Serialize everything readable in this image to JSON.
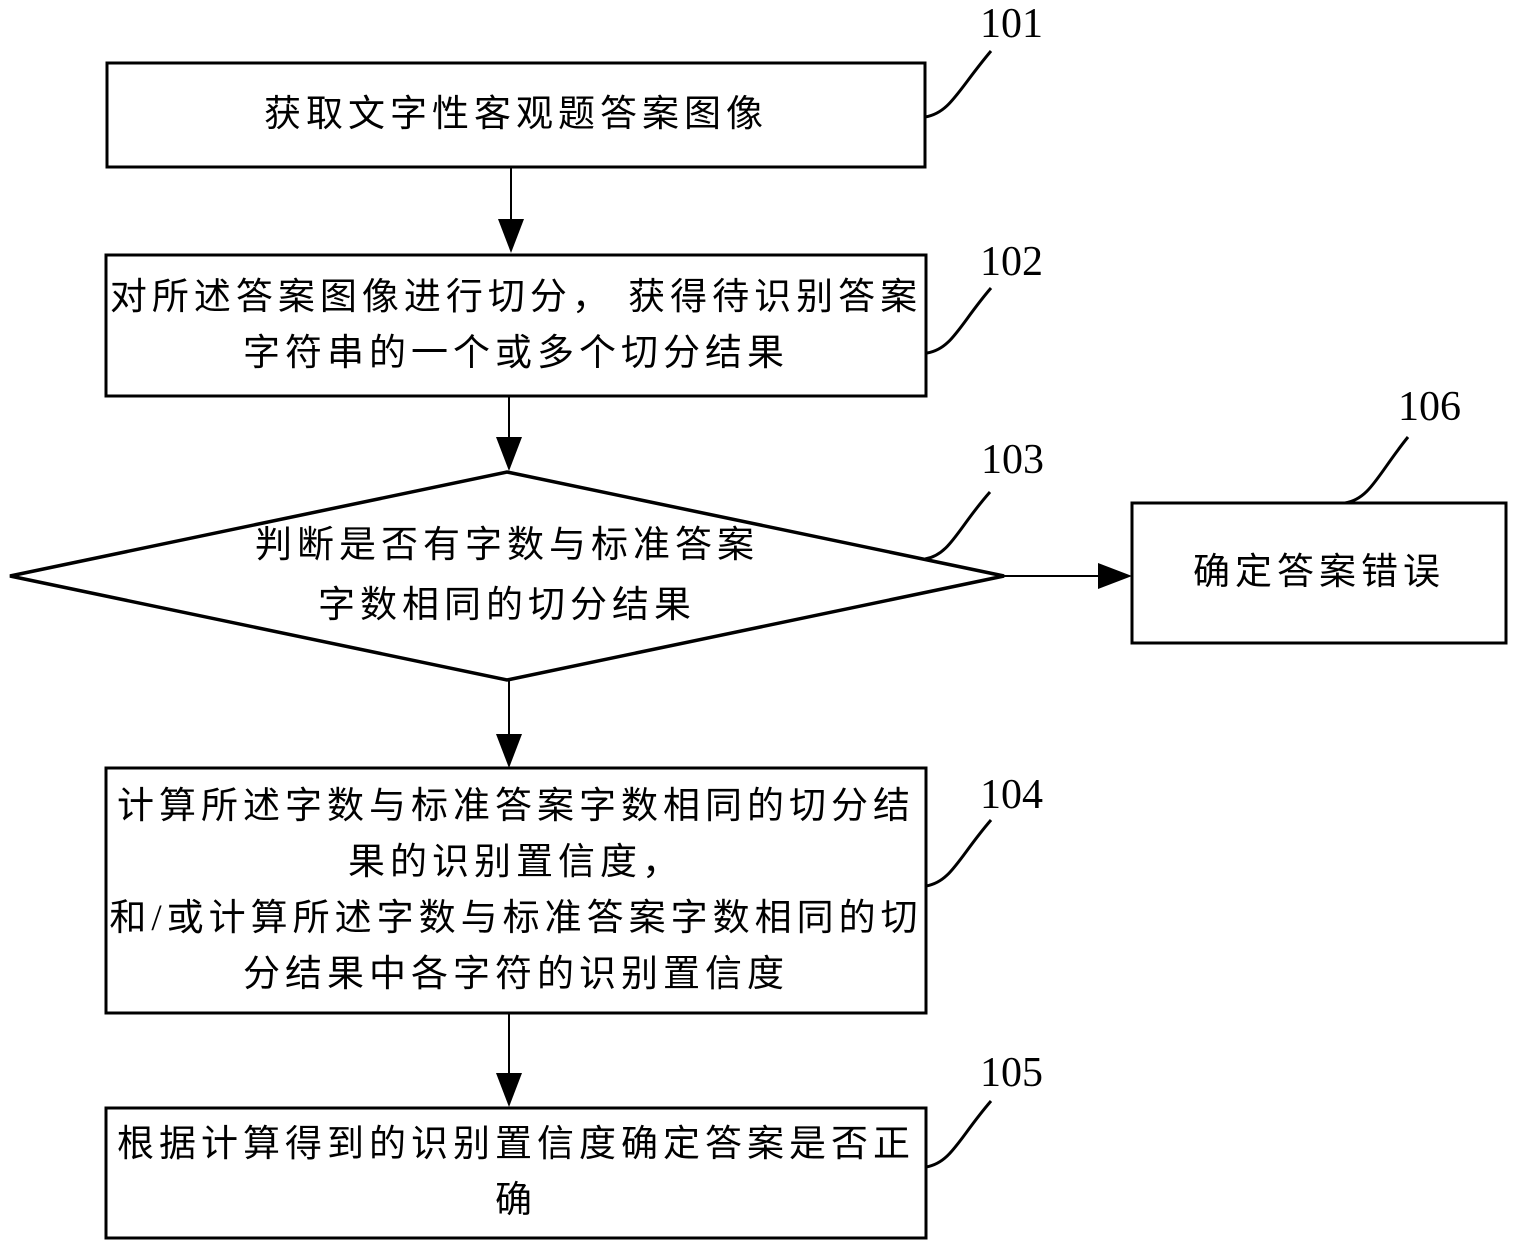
{
  "figure": {
    "background": "#ffffff",
    "line_color": "#000000",
    "nodes": {
      "step1": {
        "ref": "101",
        "text": "获取文字性客观题答案图像"
      },
      "step2": {
        "ref": "102",
        "text": "对所述答案图像进行切分， 获得待识别答案\n字符串的一个或多个切分结果"
      },
      "decision": {
        "ref": "103",
        "text": "判断是否有字数与标准答案\n字数相同的切分结果"
      },
      "step4": {
        "ref": "104",
        "text": "计算所述字数与标准答案字数相同的切分结\n果的识别置信度，\n和/或计算所述字数与标准答案字数相同的切\n分结果中各字符的识别置信度"
      },
      "step5": {
        "ref": "105",
        "text": "根据计算得到的识别置信度确定答案是否正\n确"
      },
      "error": {
        "ref": "106",
        "text": "确定答案错误"
      }
    }
  }
}
